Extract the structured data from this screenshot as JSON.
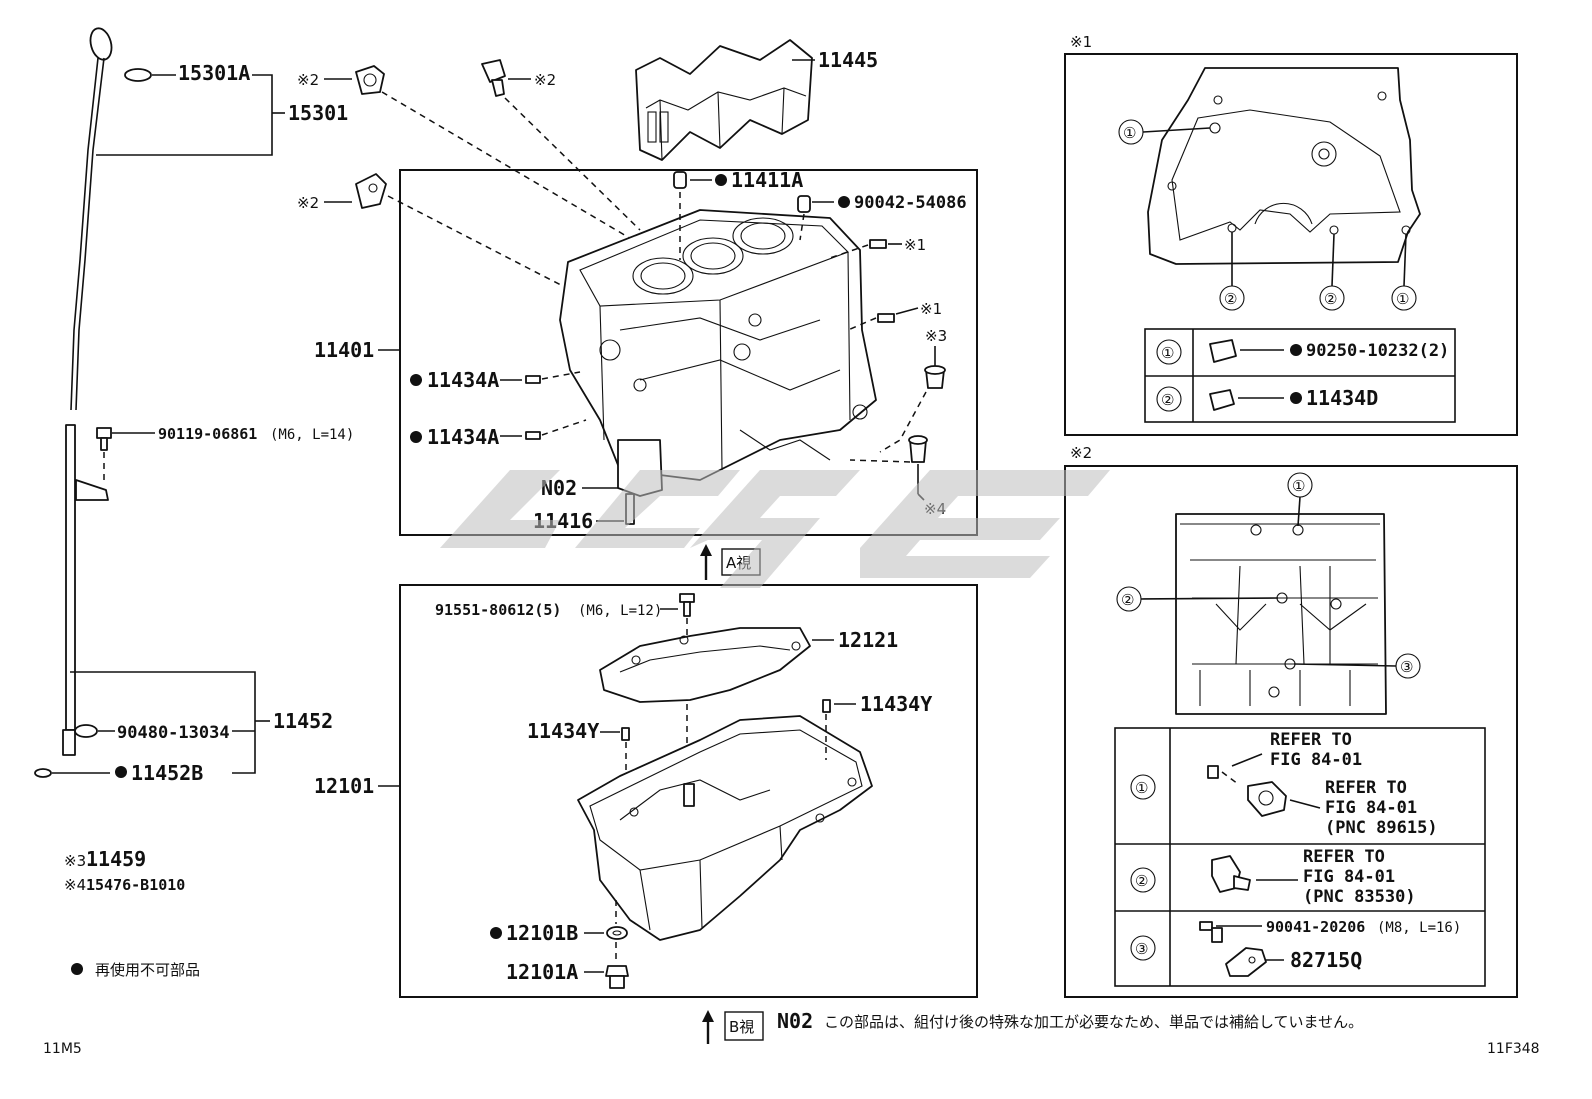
{
  "labels": {
    "p15301a": "15301A",
    "p15301": "15301",
    "n90119": "90119-06861",
    "n90119_spec": "(M6, L=14)",
    "p11452": "11452",
    "n90480": "90480-13034",
    "p11452b": "11452B",
    "note3_mark": "※3",
    "note3_part": "11459",
    "note4_mark": "※4",
    "note4_part": "15476-B1010",
    "legend_text": "再使用不可部品",
    "code_left": "11M5",
    "code_right": "11F348",
    "ref2a": "※2",
    "ref2b": "※2",
    "ref2c": "※2",
    "p11445": "11445",
    "p11411a": "11411A",
    "n90042": "90042-54086",
    "ref1a": "※1",
    "ref1b": "※1",
    "ref3": "※3",
    "ref4": "※4",
    "p11401": "11401",
    "p11434a_1": "11434A",
    "p11434a_2": "11434A",
    "n02": "N02",
    "p11416": "11416",
    "view_a": "A視",
    "n91551": "91551-80612(5)",
    "n91551_spec": "(M6, L=12)",
    "p12121": "12121",
    "p11434y_1": "11434Y",
    "p11434y_2": "11434Y",
    "p12101": "12101",
    "p12101b": "12101B",
    "p12101a": "12101A",
    "view_b": "B視",
    "n02_note_code": "N02",
    "n02_note": "この部品は、組付け後の特殊な加工が必要なため、単品では補給していません。",
    "detail1_title": "※1",
    "detail1_c1": "①",
    "detail1_c2": "②",
    "detail1_c3": "②",
    "detail1_c4": "①",
    "detail1_row1_key": "①",
    "detail1_row1_part": "90250-10232(2)",
    "detail1_row2_key": "②",
    "detail1_row2_part": "11434D",
    "detail2_title": "※2",
    "detail2_c1": "①",
    "detail2_c2": "②",
    "detail2_c3": "③",
    "detail2_row1_key": "①",
    "detail2_row1_ref_a1": "REFER TO",
    "detail2_row1_ref_a2": "FIG 84-01",
    "detail2_row1_ref_b1": "REFER TO",
    "detail2_row1_ref_b2": "FIG 84-01",
    "detail2_row1_ref_b3": "(PNC 89615)",
    "detail2_row2_key": "②",
    "detail2_row2_ref1": "REFER TO",
    "detail2_row2_ref2": "FIG 84-01",
    "detail2_row2_ref3": "(PNC 83530)",
    "detail2_row3_key": "③",
    "detail2_row3_bolt": "90041-20206",
    "detail2_row3_bolt_spec": "(M8, L=16)",
    "detail2_row3_part": "82715Q"
  },
  "colors": {
    "ink": "#111111",
    "watermark": "#bdbdbd",
    "background": "#ffffff"
  }
}
